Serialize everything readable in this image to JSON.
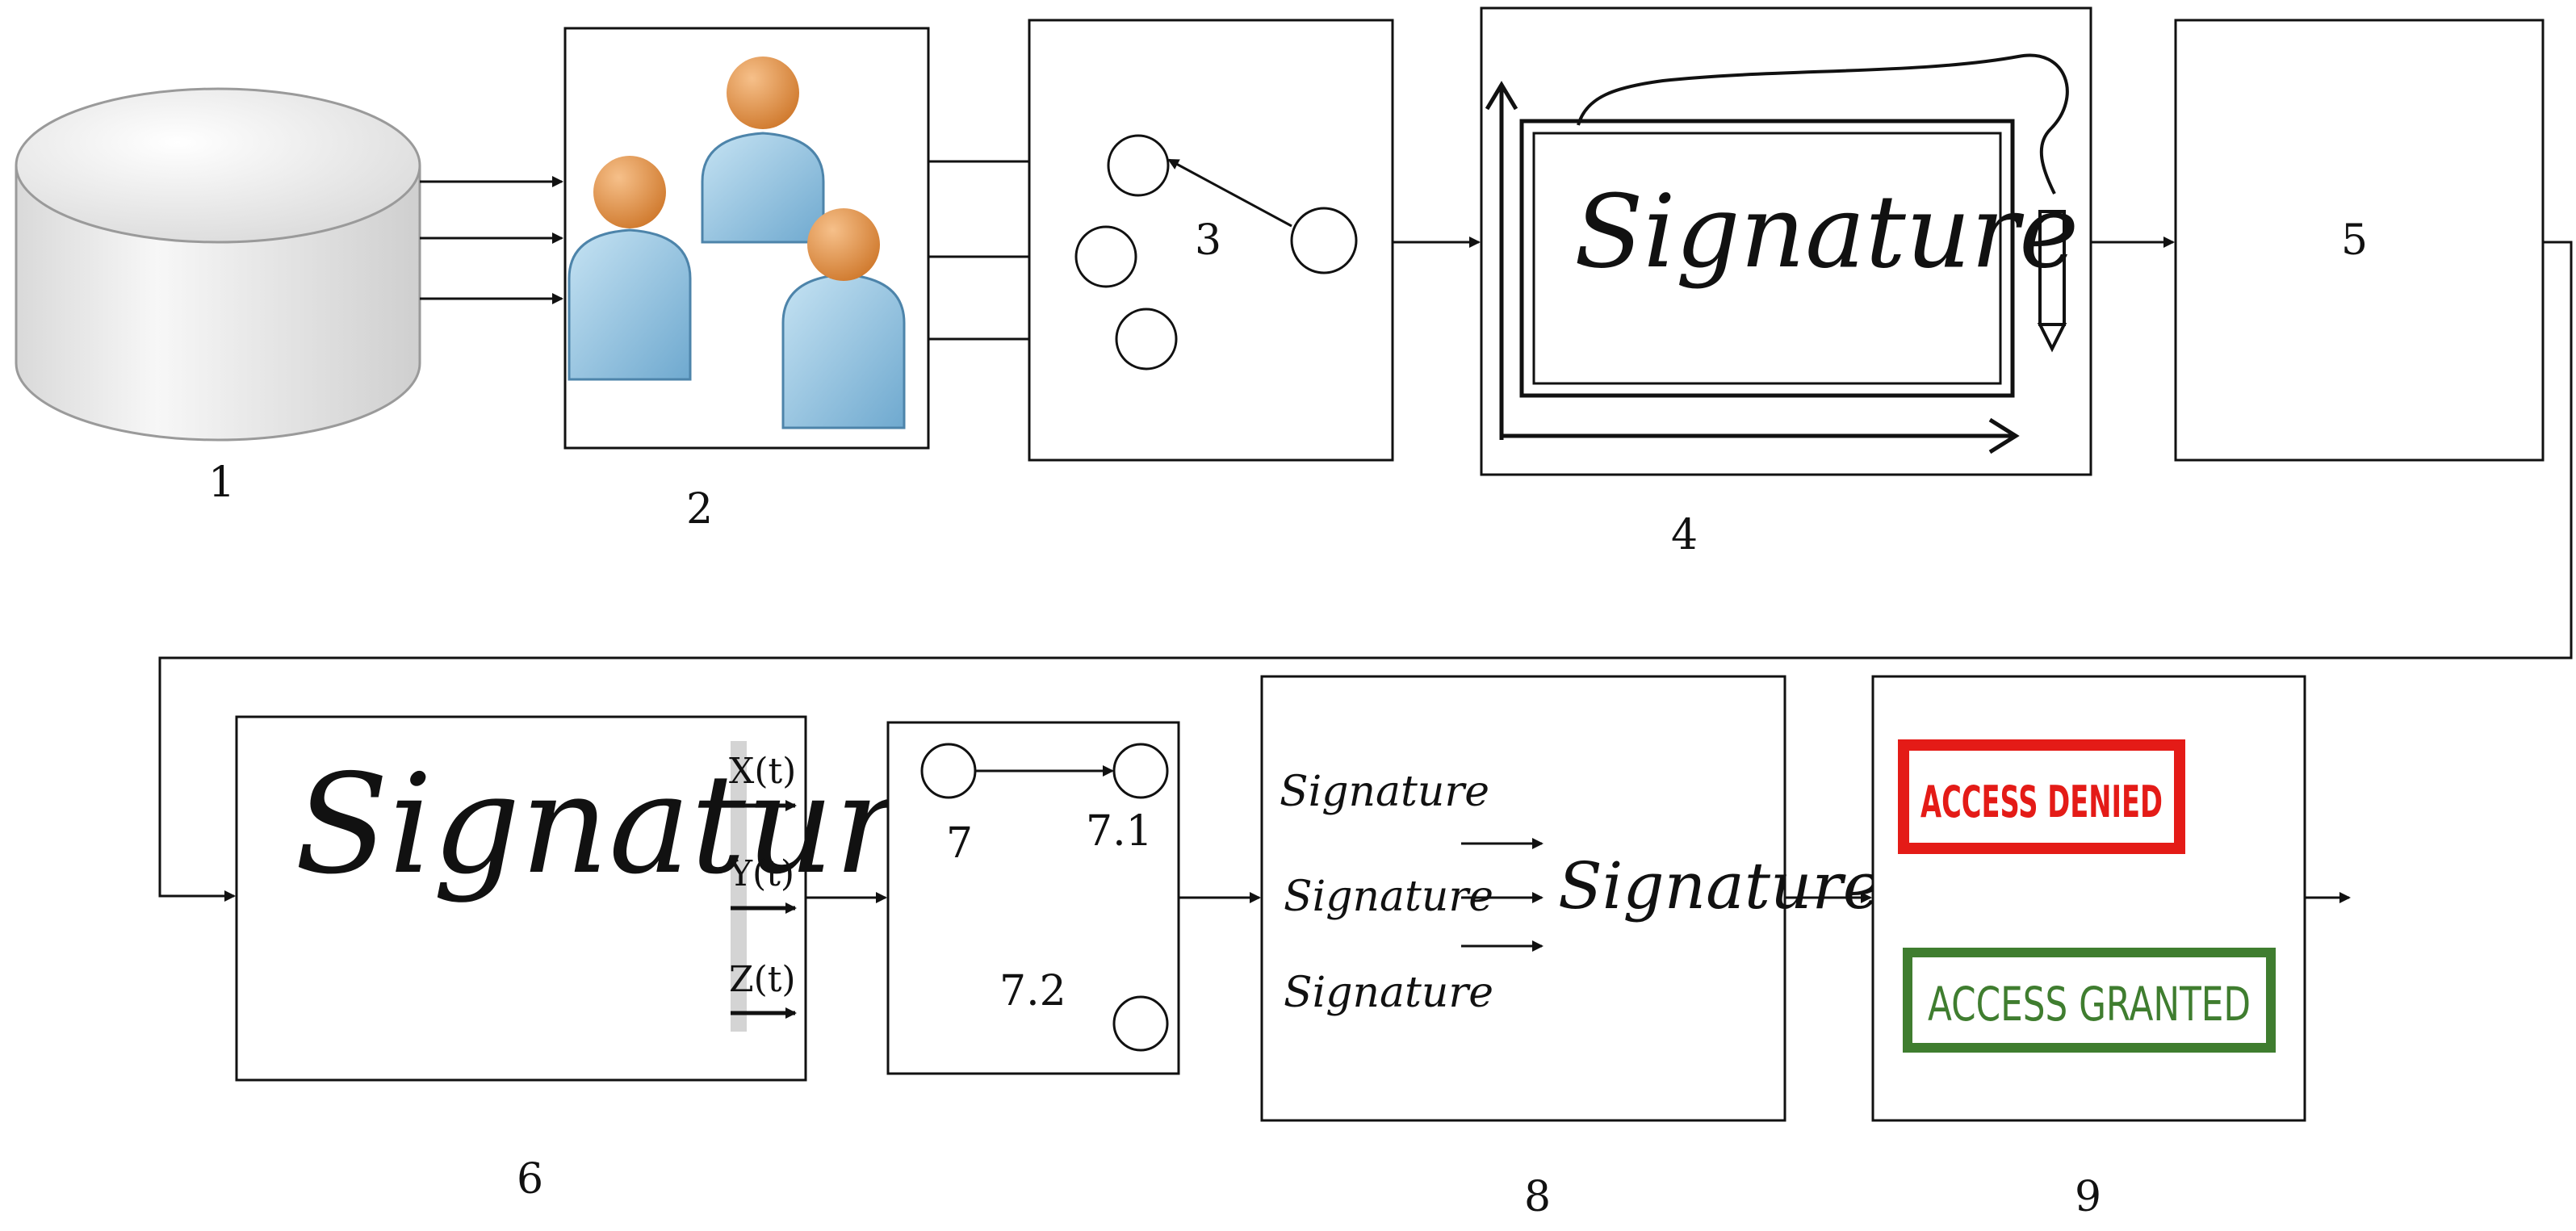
{
  "blocks": [
    {
      "label": "1"
    },
    {
      "label": "2"
    },
    {
      "label": "3"
    },
    {
      "label": "4"
    },
    {
      "label": "5"
    },
    {
      "label": "6"
    },
    {
      "label": "7",
      "sub_labels": [
        "7.1",
        "7.2"
      ]
    },
    {
      "label": "8"
    },
    {
      "label": "9"
    }
  ],
  "tablet": {
    "signature": "Signature"
  },
  "capture": {
    "signature": "Signature",
    "channels": [
      "X(t)",
      "Y(t)",
      "Z(t)"
    ]
  },
  "samples": {
    "items": [
      "Signature",
      "Signature",
      "Signature"
    ],
    "result": "Signature"
  },
  "decision": {
    "denied": "ACCESS DENIED",
    "granted": "ACCESS GRANTED"
  },
  "colors": {
    "denied": "#e41b17",
    "granted": "#3f7d2f",
    "person_body": "#8fc3e0",
    "person_head": "#e9a15f"
  },
  "icons": [
    "database-icon",
    "users-icon",
    "pen-tablet-icon",
    "stylus-icon"
  ]
}
